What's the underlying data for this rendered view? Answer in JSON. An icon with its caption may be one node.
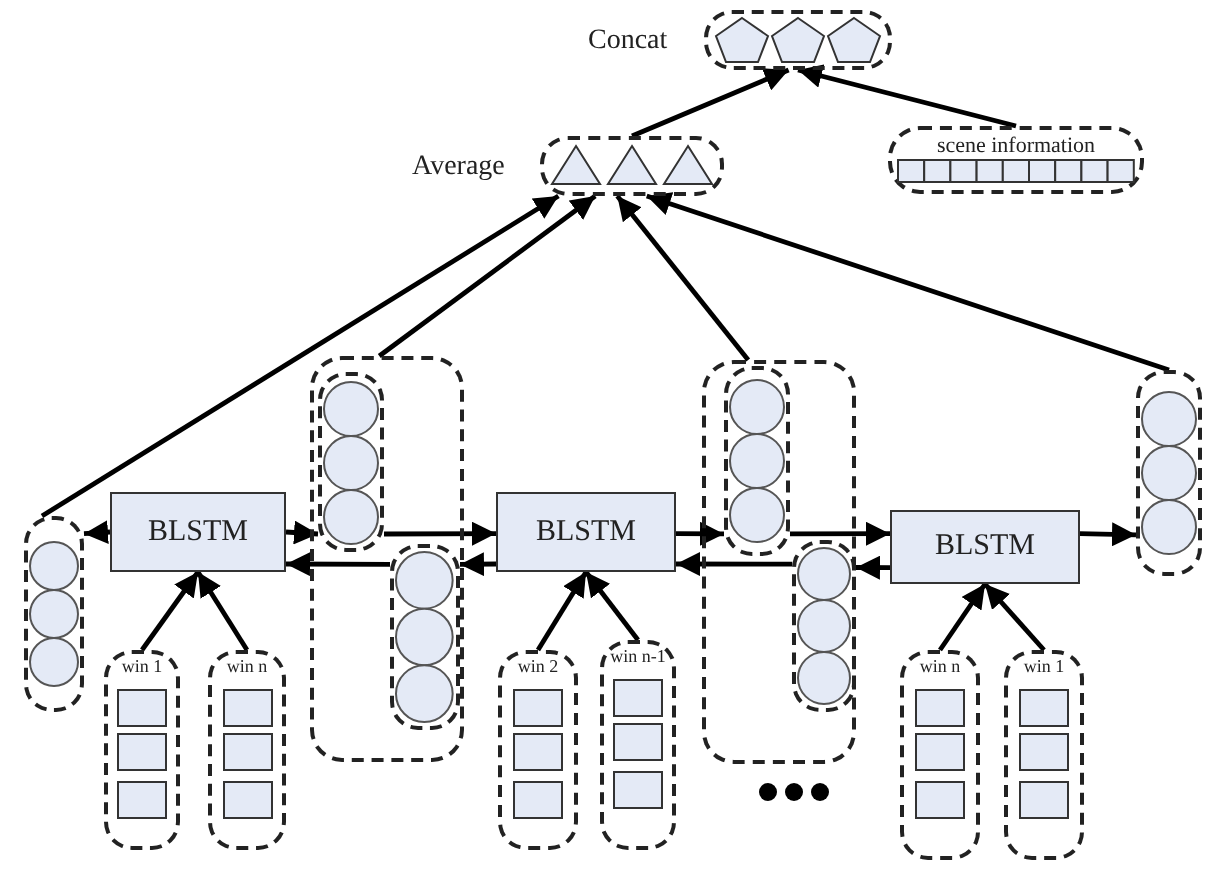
{
  "diagram": {
    "nodes": [
      {
        "text": [
          "Concat"
        ]
      },
      {
        "text": [
          "Average"
        ]
      },
      {
        "text": [
          "scene information"
        ]
      },
      {
        "text": [
          "BLSTM"
        ]
      },
      {
        "text": [
          "BLSTM"
        ]
      },
      {
        "text": [
          "BLSTM"
        ]
      },
      {
        "text": [],
        "shape": "circle"
      },
      {
        "text": [],
        "shape": "box"
      },
      {
        "text": [],
        "shape": "circle",
        "in": 7
      },
      {
        "text": [],
        "shape": "circle",
        "in": 7
      },
      {
        "text": [],
        "shape": "box"
      },
      {
        "text": [],
        "shape": "circle",
        "in": 10
      },
      {
        "text": [],
        "shape": "circle",
        "in": 10
      },
      {
        "text": [],
        "shape": "circle"
      },
      {
        "text": [
          "win 1"
        ]
      },
      {
        "text": [
          "win n"
        ]
      },
      {
        "text": [
          "win 2"
        ]
      },
      {
        "text": [
          "win n-1"
        ]
      },
      {
        "text": [
          "win n"
        ]
      },
      {
        "text": [
          "win 1"
        ]
      }
    ],
    "edges": [
      {
        "from": 1,
        "to": 0,
        "arrow": "to"
      },
      {
        "from": 2,
        "to": 0,
        "arrow": "to"
      },
      {
        "from": 6,
        "to": 1,
        "arrow": "to"
      },
      {
        "from": 7,
        "to": 1,
        "arrow": "to"
      },
      {
        "from": 10,
        "to": 1,
        "arrow": "to"
      },
      {
        "from": 13,
        "to": 1,
        "arrow": "to"
      },
      {
        "from": 3,
        "to": 6,
        "arrow": "to"
      },
      {
        "from": 3,
        "to": 8,
        "arrow": "to"
      },
      {
        "from": 8,
        "to": 4,
        "arrow": "to"
      },
      {
        "from": 9,
        "to": 3,
        "arrow": "to"
      },
      {
        "from": 4,
        "to": 9,
        "arrow": "to"
      },
      {
        "from": 4,
        "to": 11,
        "arrow": "to"
      },
      {
        "from": 11,
        "to": 5,
        "arrow": "to"
      },
      {
        "from": 12,
        "to": 4,
        "arrow": "to"
      },
      {
        "from": 5,
        "to": 12,
        "arrow": "to"
      },
      {
        "from": 5,
        "to": 13,
        "arrow": "to"
      },
      {
        "from": 14,
        "to": 3,
        "arrow": "to"
      },
      {
        "from": 15,
        "to": 3,
        "arrow": "to"
      },
      {
        "from": 16,
        "to": 4,
        "arrow": "to"
      },
      {
        "from": 17,
        "to": 4,
        "arrow": "to"
      },
      {
        "from": 18,
        "to": 5,
        "arrow": "to"
      },
      {
        "from": 19,
        "to": 5,
        "arrow": "to"
      }
    ]
  }
}
